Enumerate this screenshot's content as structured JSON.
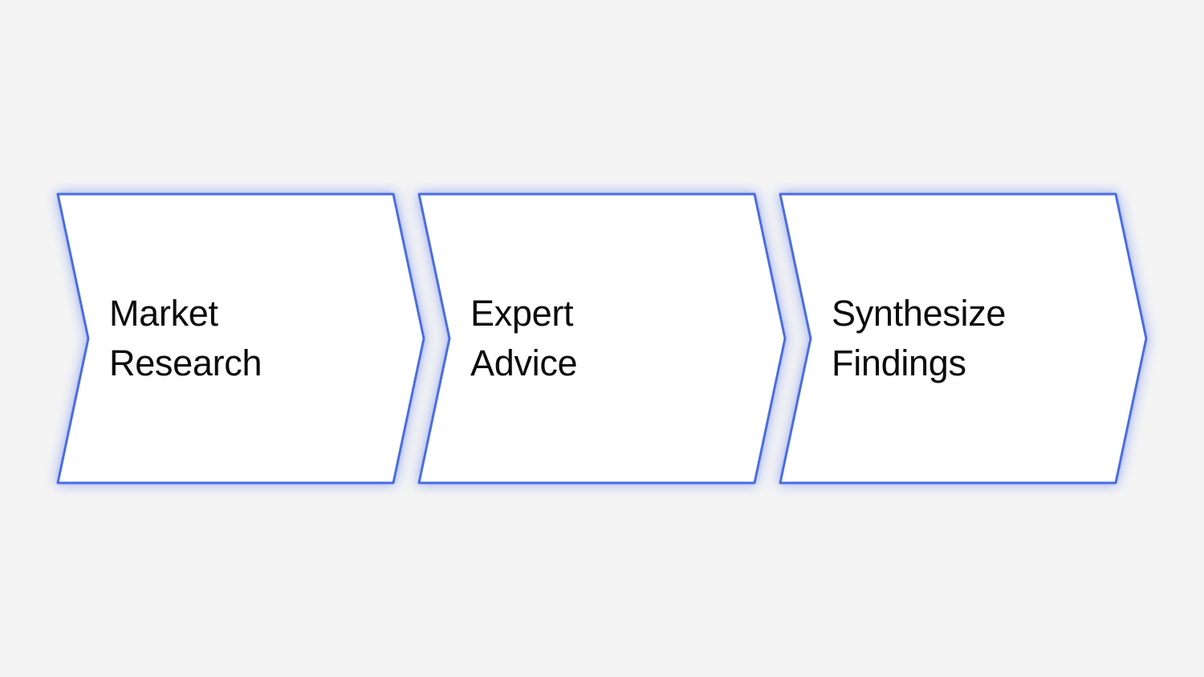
{
  "diagram": {
    "type": "process-flow-chevrons",
    "background_color": "#f4f4f5",
    "shape_fill_color": "#ffffff",
    "shape_border_color": "#4a6de0",
    "shape_glow_color": "rgba(104,129,235,0.5)",
    "text_color": "#0c0c0c",
    "steps": [
      {
        "label": "Market Research",
        "lines": [
          "Market",
          "Research"
        ]
      },
      {
        "label": "Expert Advice",
        "lines": [
          "Expert",
          "Advice"
        ]
      },
      {
        "label": "Synthesize Findings",
        "lines": [
          "Synthesize",
          "Findings"
        ]
      }
    ]
  }
}
